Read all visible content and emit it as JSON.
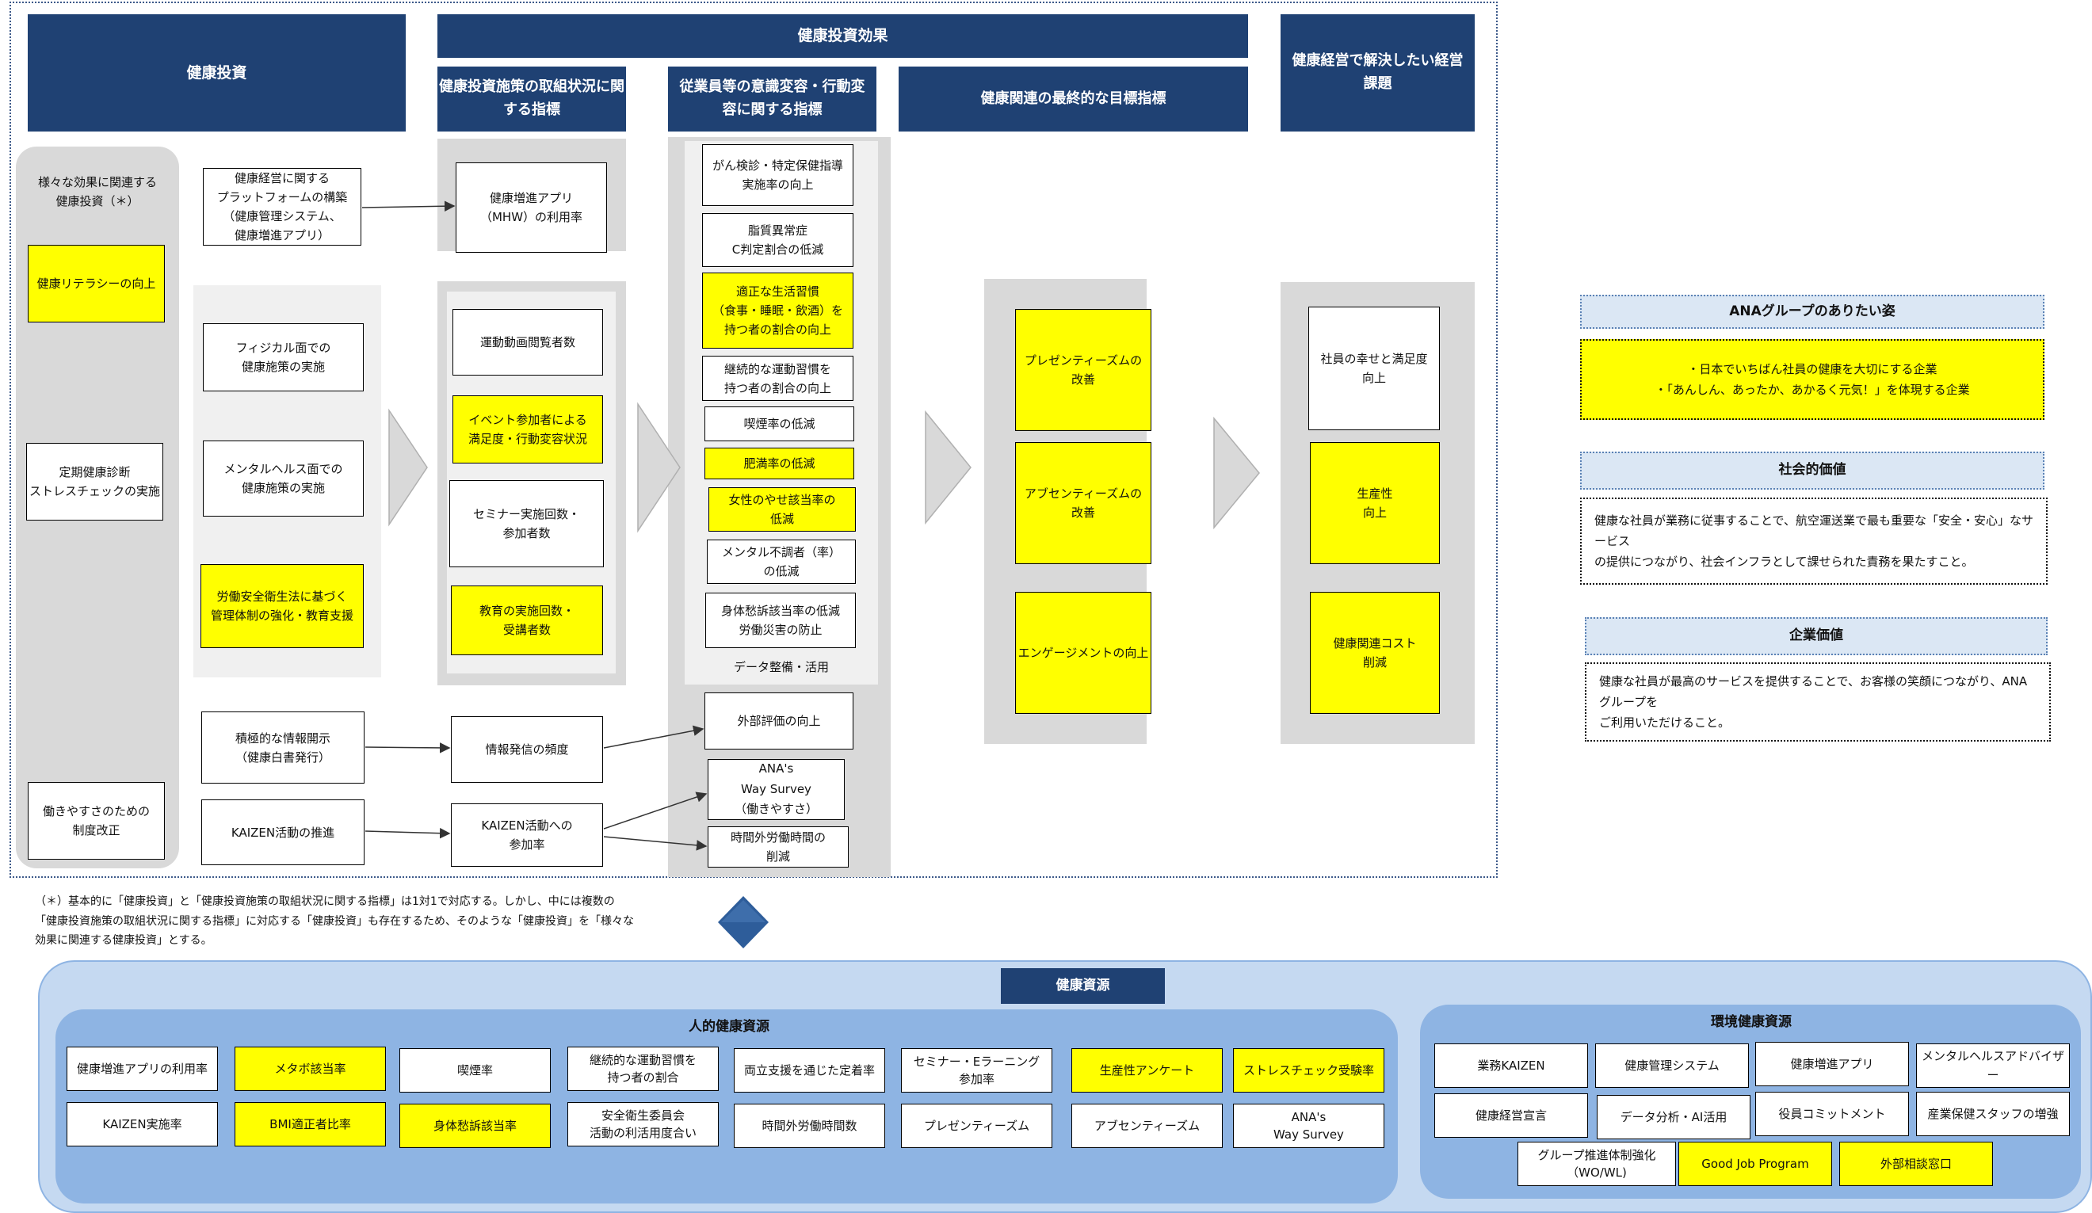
{
  "headers": {
    "health_investment": "健康投資",
    "effect": "健康投資効果",
    "indicator1": "健康投資施策の取組状況に関\nする指標",
    "indicator2": "従業員等の意識変容・行動変\n容に関する指標",
    "indicator3": "健康関連の最終的な目標指標",
    "issue": "健康経営で解決したい経営\n課題"
  },
  "left_column": {
    "intro": "様々な効果に関連する\n健康投資（＊）",
    "literacy": "健康リテラシーの向上",
    "checkup": "定期健康診断\nストレスチェックの実施",
    "workstyle": "働きやすさのための\n制度改正"
  },
  "investments": {
    "platform": "健康経営に関する\nプラットフォームの構築\n（健康管理システム、\n健康増進アプリ）",
    "physical": "フィジカル面での\n健康施策の実施",
    "mental": "メンタルヘルス面での\n健康施策の実施",
    "safety": "労働安全衛生法に基づく\n管理体制の強化・教育支援",
    "info": "積極的な情報開示\n（健康白書発行）",
    "kaizen": "KAIZEN活動の推進"
  },
  "indicators_1": {
    "app": "健康増進アプリ\n（MHW）の利用率",
    "video": "運動動画閲覧者数",
    "event": "イベント参加者による\n満足度・行動変容状況",
    "seminar": "セミナー実施回数・\n参加者数",
    "education": "教育の実施回数・\n受講者数",
    "frequency": "情報発信の頻度",
    "kaizen_part": "KAIZEN活動への\n参加率"
  },
  "indicators_2": {
    "cancer": "がん検診・特定保健指導\n実施率の向上",
    "lipid": "脂質異常症\nC判定割合の低減",
    "habits": "適正な生活習慣\n（食事・睡眠・飲酒）を\n持つ者の割合の向上",
    "exercise": "継続的な運動習慣を\n持つ者の割合の向上",
    "smoking": "喫煙率の低減",
    "obesity": "肥満率の低減",
    "thin": "女性のやせ該当率の\n低減",
    "mental": "メンタル不調者（率）\nの低減",
    "pain": "身体愁訴該当率の低減\n労働災害の防止",
    "data_label": "データ整備・活用",
    "external": "外部評価の向上",
    "way_survey": "ANA's\nWay Survey\n（働きやすさ）",
    "overtime": "時間外労働時間の\n削減"
  },
  "indicators_3": {
    "presenteeism": "プレゼンティーズムの\n改善",
    "absenteeism": "アブセンティーズムの\n改善",
    "engagement": "エンゲージメントの向上"
  },
  "issues": {
    "happiness": "社員の幸せと満足度\n向上",
    "productivity": "生産性\n向上",
    "cost": "健康関連コスト\n削減"
  },
  "right_panel": {
    "ideal_label": "ANAグループのありたい姿",
    "ideal_body": "・日本でいちばん社員の健康を大切にする企業\n・「あんしん、あったか、あかるく元気！」を体現する企業",
    "social_label": "社会的価値",
    "social_body": "健康な社員が業務に従事することで、航空運送業で最も重要な「安全・安心」なサービス\nの提供につながり、社会インフラとして課せられた責務を果たすこと。",
    "corp_label": "企業価値",
    "corp_body": "健康な社員が最高のサービスを提供することで、お客様の笑顔につながり、ANAグループを\nご利用いただけること。"
  },
  "footnote": "（＊）基本的に「健康投資」と「健康投資施策の取組状況に関する指標」は1対1で対応する。しかし、中には複数の\n「健康投資施策の取組状況に関する指標」に対応する「健康投資」も存在するため、そのような「健康投資」を「様々な\n効果に関連する健康投資」とする。",
  "resources": {
    "title": "健康資源",
    "human_title": "人的健康資源",
    "env_title": "環境健康資源",
    "human_row1": [
      "健康増進アプリの利用率",
      "メタボ該当率",
      "喫煙率",
      "継続的な運動習慣を\n持つ者の割合",
      "両立支援を通じた定着率",
      "セミナー・Eラーニング\n参加率",
      "生産性アンケート",
      "ストレスチェック受験率"
    ],
    "human_row2": [
      "KAIZEN実施率",
      "BMI適正者比率",
      "身体愁訴該当率",
      "安全衛生委員会\n活動の利活用度合い",
      "時間外労働時間数",
      "プレゼンティーズム",
      "アブセンティーズム",
      "ANA's\nWay Survey"
    ],
    "env_row1": [
      "業務KAIZEN",
      "健康管理システム",
      "健康増進アプリ",
      "メンタルヘルスアドバイザー"
    ],
    "env_row2": [
      "健康経営宣言",
      "データ分析・AI活用",
      "役員コミットメント",
      "産業保健スタッフの増強"
    ],
    "env_row3": [
      "グループ推進体制強化\n（WO/WL)",
      "Good Job Program",
      "外部相談窓口"
    ]
  },
  "colors": {
    "header_navy": "#1f4173",
    "highlight_yellow": "#ffff00",
    "panel_gray": "#d9d9d9",
    "resource_light": "#c5d9f1",
    "resource_mid": "#8eb4e3",
    "diamond_blue": "#2e5d9a"
  }
}
